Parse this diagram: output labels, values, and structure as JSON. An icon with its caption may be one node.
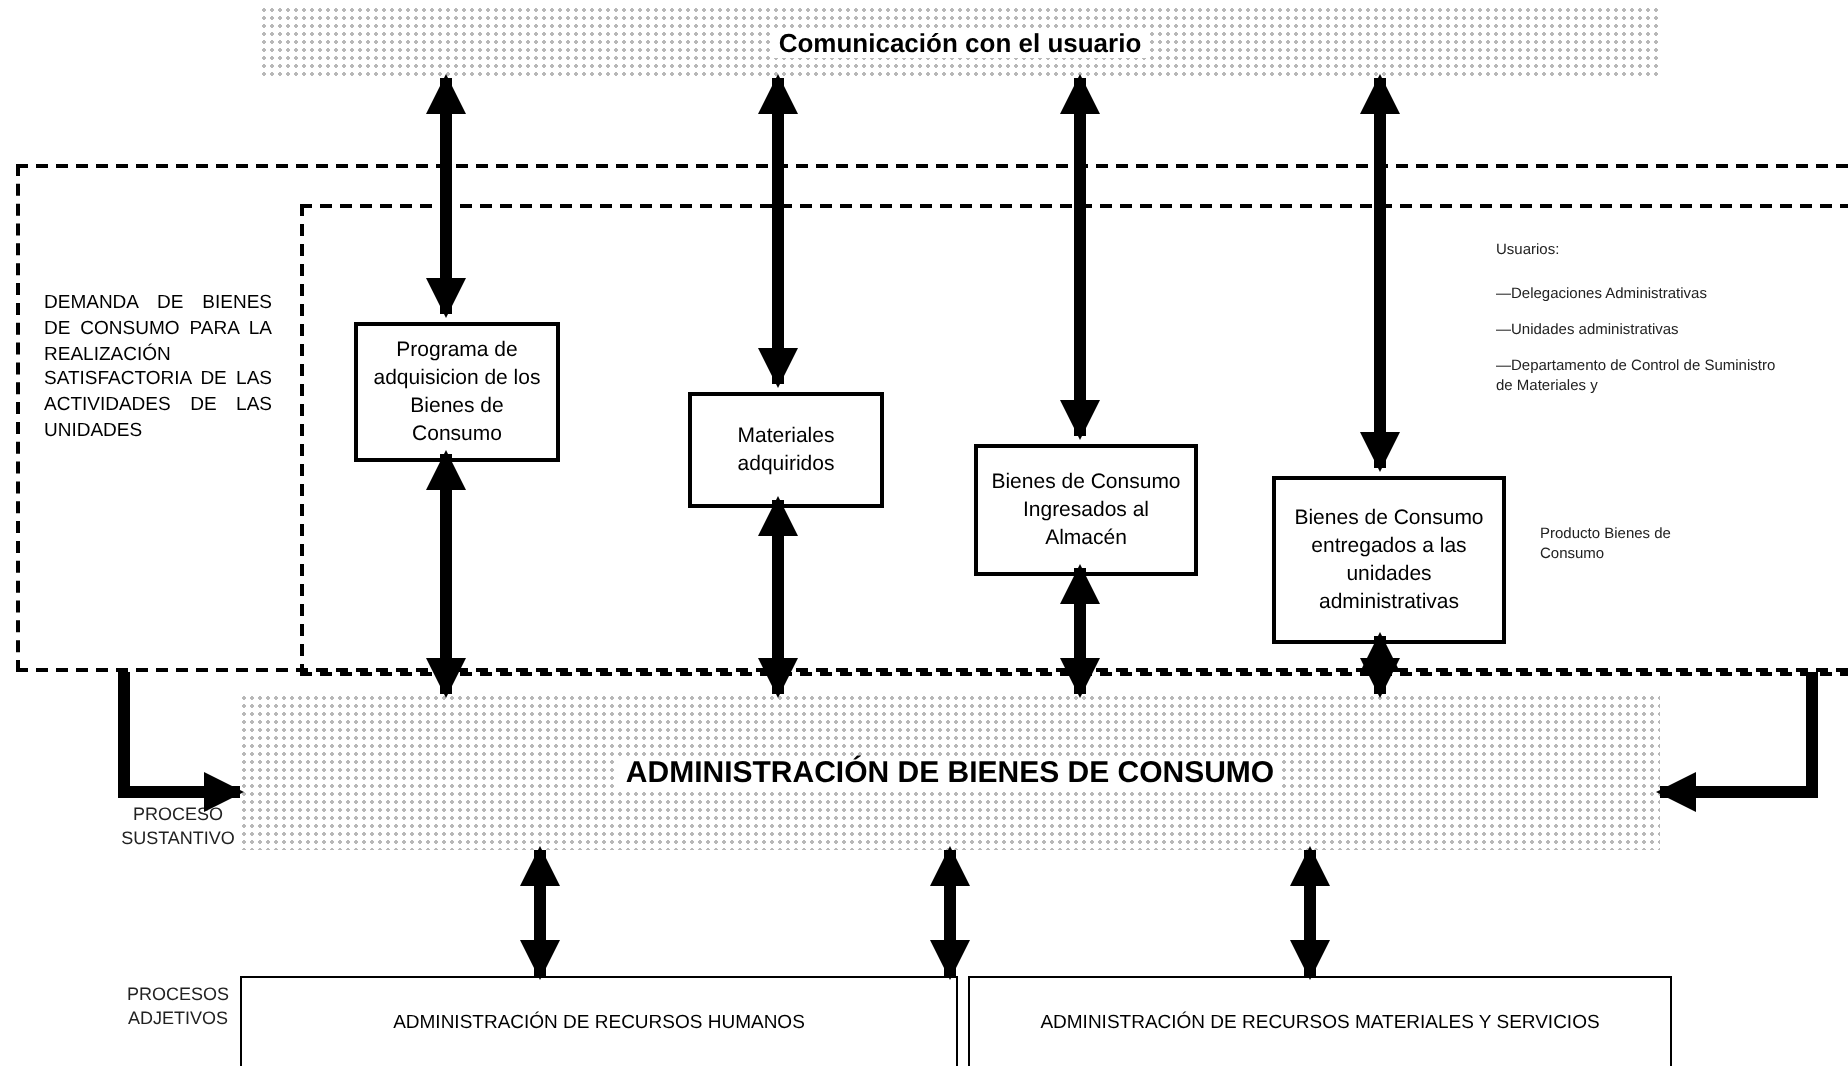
{
  "diagram": {
    "nodes": [
      {
        "text": [
          "Comunicación con el usuario"
        ]
      },
      {
        "text": [
          "DEMANDA DE BIENES DE CONSUMO PARA LA REALIZACIÓN SATISFACTORIA DE LAS ACTIVIDADES DE LAS UNIDADES"
        ]
      },
      {
        "text": [],
        "shape": "box",
        "in": 1
      },
      {
        "text": [
          "Programa de adquisicion de los Bienes de Consumo"
        ],
        "in": 2
      },
      {
        "text": [
          "Materiales adquiridos"
        ],
        "in": 2
      },
      {
        "text": [
          "Bienes de Consumo Ingresados al Almacén"
        ],
        "in": 2
      },
      {
        "text": [
          "Bienes de Consumo entregados a las unidades administrativas"
        ],
        "in": 2
      },
      {
        "text": [
          "ADMINISTRACIÓN DE BIENES DE CONSUMO"
        ]
      },
      {
        "text": [
          "ADMINISTRACIÓN DE RECURSOS HUMANOS"
        ]
      },
      {
        "text": [
          "ADMINISTRACIÓN DE RECURSOS MATERIALES Y SERVICIOS"
        ]
      }
    ],
    "edges": [
      {
        "from": 0,
        "to": 3,
        "arrow": "both"
      },
      {
        "from": 0,
        "to": 4,
        "arrow": "both"
      },
      {
        "from": 0,
        "to": 5,
        "arrow": "both"
      },
      {
        "from": 0,
        "to": 6,
        "arrow": "both"
      },
      {
        "from": 3,
        "to": 7,
        "arrow": "both"
      },
      {
        "from": 4,
        "to": 7,
        "arrow": "both"
      },
      {
        "from": 5,
        "to": 7,
        "arrow": "both"
      },
      {
        "from": 6,
        "to": 7,
        "arrow": "both"
      },
      {
        "from": 1,
        "to": 7,
        "arrow": "to"
      },
      {
        "from": 2,
        "to": 7,
        "arrow": "to"
      },
      {
        "from": 7,
        "to": 8,
        "arrow": "both"
      },
      {
        "from": 7,
        "to": 8,
        "arrow": "both"
      },
      {
        "from": 7,
        "to": 9,
        "arrow": "both"
      }
    ],
    "labels": [
      "Usuarios:",
      "—Delegaciones Administrativas",
      "—Unidades administrativas",
      "—Departamento de Control de Suministro de Materiales y",
      "Producto Bienes de Consumo",
      "PROCESO SUSTANTIVO",
      "PROCESOS ADJETIVOS"
    ]
  }
}
